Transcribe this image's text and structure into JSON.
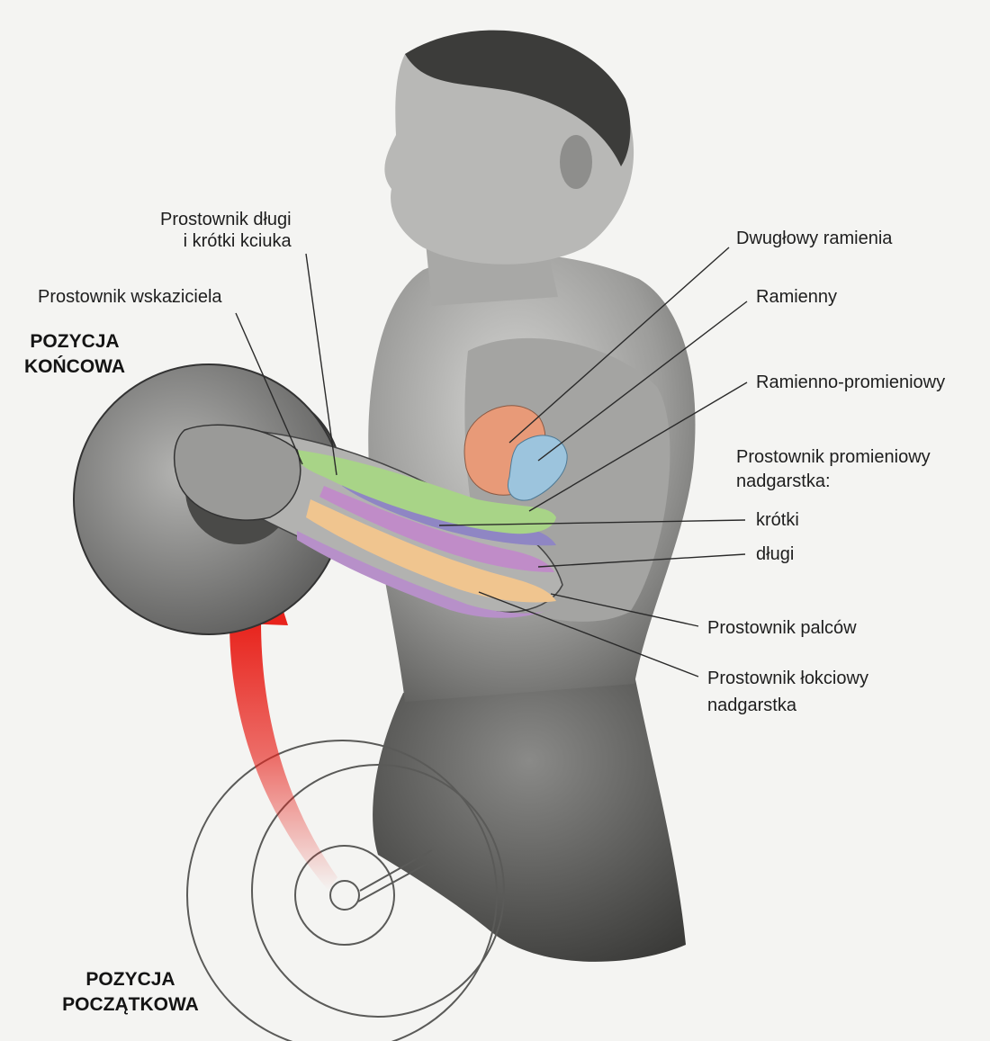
{
  "labels": {
    "extensor_pollicis": [
      "Prostownik długi",
      "i krótki kciuka"
    ],
    "extensor_indicis": "Prostownik wskaziciela",
    "biceps": "Dwugłowy ramienia",
    "brachialis": "Ramienny",
    "brachioradialis": "Ramienno-promieniowy",
    "extensor_carpi_radialis": [
      "Prostownik promieniowy",
      "nadgarstka:"
    ],
    "brevis": "krótki",
    "longus": "długi",
    "extensor_digitorum": "Prostownik palców",
    "extensor_carpi_ulnaris": [
      "Prostownik łokciowy",
      "nadgarstka"
    ]
  },
  "positions": {
    "end": [
      "POZYCJA",
      "KOŃCOWA"
    ],
    "start": [
      "POZYCJA",
      "POCZĄTKOWA"
    ]
  },
  "colors": {
    "background": "#f4f4f2",
    "arrow": "#e8231c",
    "biceps": "#e89a78",
    "brachialis": "#9cc4dd",
    "brachioradialis": "#a8d487",
    "extensor_carpi_radialis_brevis": "#8f86c4",
    "extensor_carpi_radialis_longus": "#c08cc8",
    "extensor_digitorum": "#f0c58f",
    "extensor_carpi_ulnaris": "#b790c9"
  }
}
